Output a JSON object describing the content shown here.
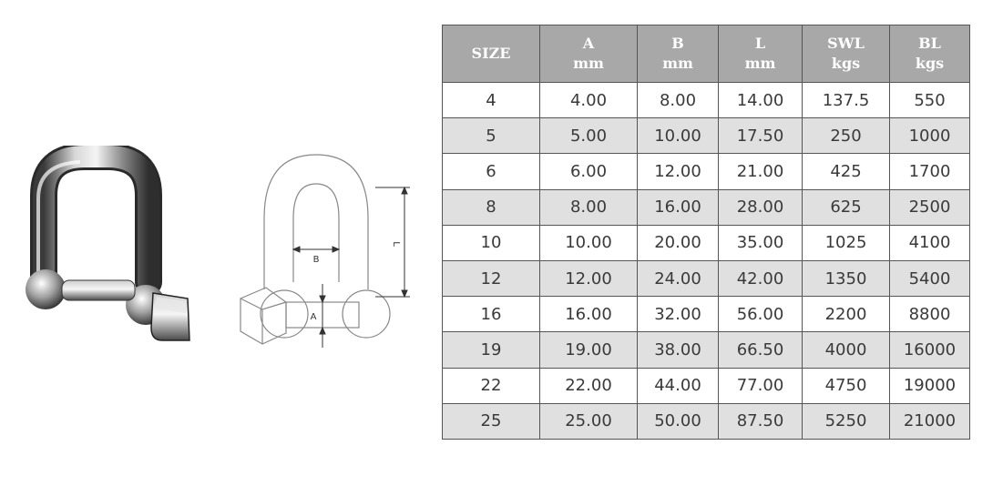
{
  "diagram": {
    "label_b": "B",
    "label_a": "A",
    "label_l": "L"
  },
  "table": {
    "headers": [
      {
        "line1": "SIZE",
        "line2": ""
      },
      {
        "line1": "A",
        "line2": "mm"
      },
      {
        "line1": "B",
        "line2": "mm"
      },
      {
        "line1": "L",
        "line2": "mm"
      },
      {
        "line1": "SWL",
        "line2": "kgs"
      },
      {
        "line1": "BL",
        "line2": "kgs"
      }
    ],
    "rows": [
      [
        "4",
        "4.00",
        "8.00",
        "14.00",
        "137.5",
        "550"
      ],
      [
        "5",
        "5.00",
        "10.00",
        "17.50",
        "250",
        "1000"
      ],
      [
        "6",
        "6.00",
        "12.00",
        "21.00",
        "425",
        "1700"
      ],
      [
        "8",
        "8.00",
        "16.00",
        "28.00",
        "625",
        "2500"
      ],
      [
        "10",
        "10.00",
        "20.00",
        "35.00",
        "1025",
        "4100"
      ],
      [
        "12",
        "12.00",
        "24.00",
        "42.00",
        "1350",
        "5400"
      ],
      [
        "16",
        "16.00",
        "32.00",
        "56.00",
        "2200",
        "8800"
      ],
      [
        "19",
        "19.00",
        "38.00",
        "66.50",
        "4000",
        "16000"
      ],
      [
        "22",
        "22.00",
        "44.00",
        "77.00",
        "4750",
        "19000"
      ],
      [
        "25",
        "25.00",
        "50.00",
        "87.50",
        "5250",
        "21000"
      ]
    ]
  }
}
